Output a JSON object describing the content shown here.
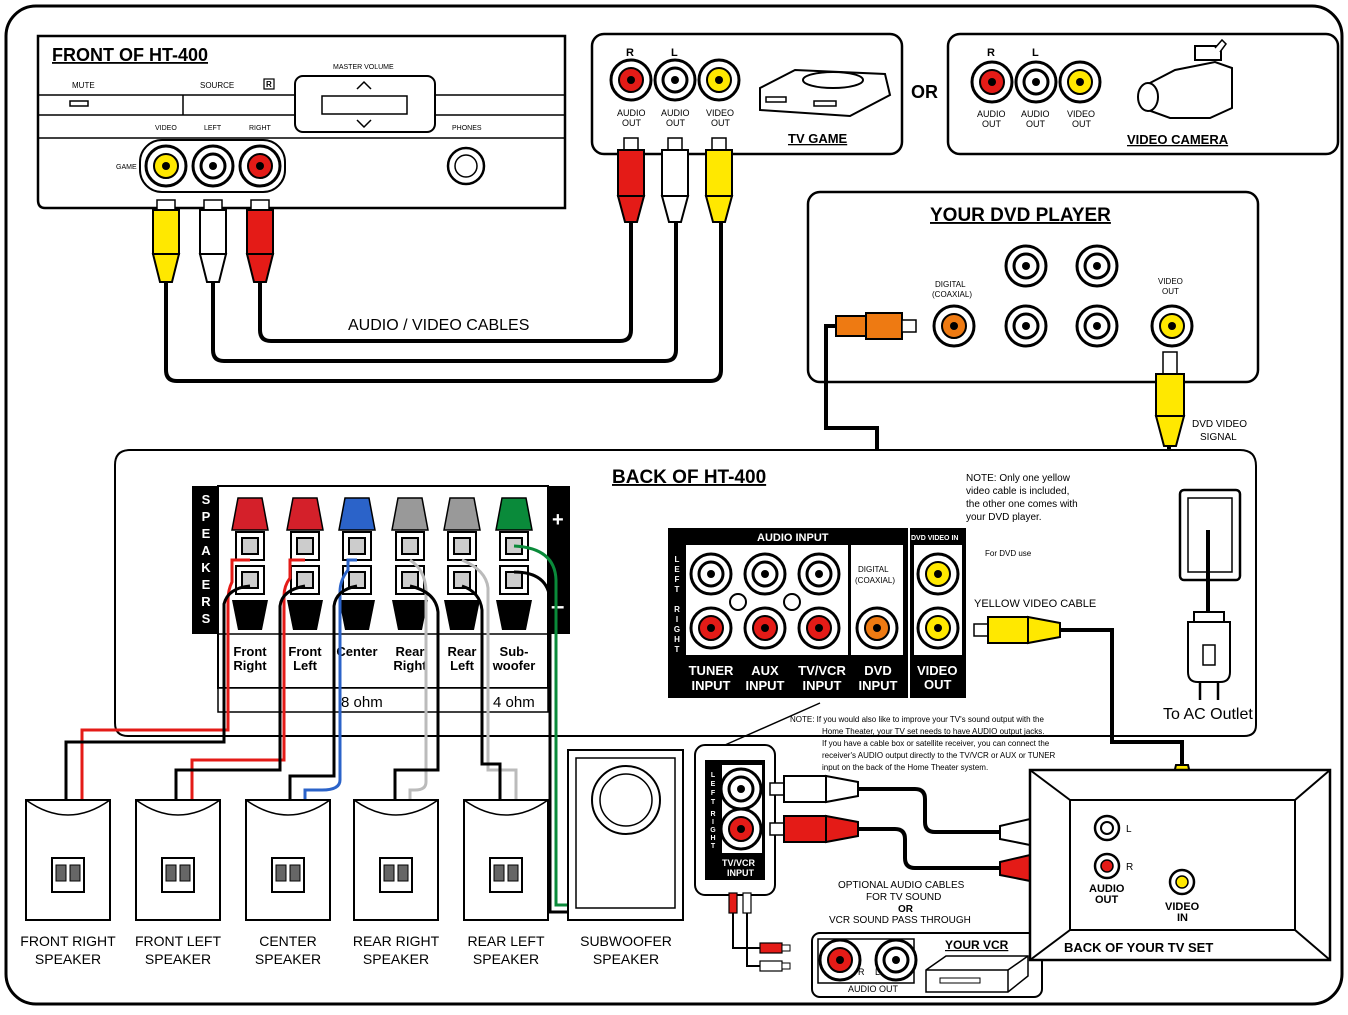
{
  "front": {
    "title": "FRONT OF HT-400",
    "mute": "MUTE",
    "source": "SOURCE",
    "source_badge": "R",
    "master_volume": "MASTER VOLUME",
    "video": "VIDEO",
    "left": "LEFT",
    "right": "RIGHT",
    "phones": "PHONES",
    "game": "GAME"
  },
  "av_cables_label": "AUDIO / VIDEO CABLES",
  "tv_game": {
    "title": "TV GAME",
    "r": "R",
    "l": "L",
    "audio": "AUDIO",
    "out": "OUT",
    "video": "VIDEO"
  },
  "or_label": "OR",
  "video_camera": {
    "title": "VIDEO CAMERA",
    "r": "R",
    "l": "L",
    "audio": "AUDIO",
    "out": "OUT",
    "video": "VIDEO"
  },
  "dvd_player": {
    "title": "YOUR DVD PLAYER",
    "digital": "DIGITAL",
    "coaxial": "(COAXIAL)",
    "video": "VIDEO",
    "out": "OUT"
  },
  "dvd_video_signal": [
    "DVD VIDEO",
    "SIGNAL"
  ],
  "back": {
    "title": "BACK OF HT-400",
    "speakers_vertical": [
      "S",
      "P",
      "E",
      "A",
      "K",
      "E",
      "R",
      "S"
    ],
    "plus": "+",
    "minus": "–",
    "terminals": [
      {
        "l1": "Front",
        "l2": "Right"
      },
      {
        "l1": "Front",
        "l2": "Left"
      },
      {
        "l1": "Center",
        "l2": ""
      },
      {
        "l1": "Rear",
        "l2": "Right"
      },
      {
        "l1": "Rear",
        "l2": "Left"
      },
      {
        "l1": "Sub-",
        "l2": "woofer"
      }
    ],
    "ohm8": "8 ohm",
    "ohm4": "4 ohm",
    "audio_input": "AUDIO INPUT",
    "dvd_video_in": "DVD VIDEO IN",
    "left_vertical": [
      "L",
      "E",
      "F",
      "T"
    ],
    "right_vertical": [
      "R",
      "I",
      "G",
      "H",
      "T"
    ],
    "digital": "DIGITAL",
    "coaxial": "(COAXIAL)",
    "inputs": [
      {
        "l1": "TUNER",
        "l2": "INPUT"
      },
      {
        "l1": "AUX",
        "l2": "INPUT"
      },
      {
        "l1": "TV/VCR",
        "l2": "INPUT"
      },
      {
        "l1": "DVD",
        "l2": "INPUT"
      },
      {
        "l1": "VIDEO",
        "l2": "OUT"
      }
    ]
  },
  "yellow_note": [
    "NOTE: Only one yellow",
    "video cable is included,",
    "the other one comes with",
    "your DVD player."
  ],
  "for_dvd_use": "For DVD use",
  "yellow_video_cable": "YELLOW VIDEO CABLE",
  "ac_outlet": "To AC Outlet",
  "tv_note": [
    "NOTE: If you would also like to improve your TV's sound output  with the",
    "Home Theater, your TV set needs to have AUDIO output jacks.",
    "If you have a cable box or satellite receiver, you can connect the",
    "receiver's AUDIO output directly to the TV/VCR or AUX or TUNER",
    "input on the back of the Home Theater system."
  ],
  "tv_note_em": "TV's sound output",
  "tvvcr_panel": {
    "left_vertical": [
      "L",
      "E",
      "F",
      "T"
    ],
    "right_vertical": [
      "R",
      "I",
      "G",
      "H",
      "T"
    ],
    "l1": "TV/VCR",
    "l2": "INPUT"
  },
  "optional_cables": [
    "OPTIONAL AUDIO CABLES",
    "FOR TV SOUND",
    "OR",
    "VCR SOUND PASS THROUGH"
  ],
  "tv_set": {
    "title": "BACK OF YOUR TV SET",
    "l": "L",
    "r": "R",
    "audio": "AUDIO",
    "out": "OUT",
    "video": "VIDEO",
    "in": "IN"
  },
  "vcr": {
    "title": "YOUR VCR",
    "r": "R",
    "l": "L",
    "audio_out": "AUDIO OUT"
  },
  "speakers": [
    {
      "l1": "FRONT RIGHT",
      "l2": "SPEAKER"
    },
    {
      "l1": "FRONT LEFT",
      "l2": "SPEAKER"
    },
    {
      "l1": "CENTER",
      "l2": "SPEAKER"
    },
    {
      "l1": "REAR RIGHT",
      "l2": "SPEAKER"
    },
    {
      "l1": "REAR LEFT",
      "l2": "SPEAKER"
    },
    {
      "l1": "SUBWOOFER",
      "l2": "SPEAKER"
    }
  ]
}
